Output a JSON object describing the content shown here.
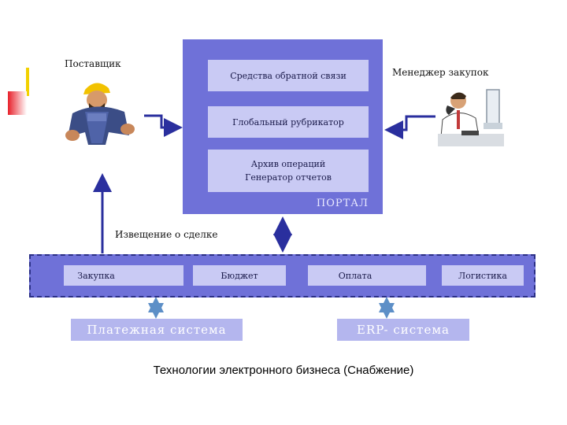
{
  "actors": {
    "supplier": "Поставщик",
    "purchasing_manager": "Менеджер закупок"
  },
  "portal": {
    "feedback": "Средства обратной связи",
    "catalog": "Глобальный рубрикатор",
    "archive_line1": "Архив операций",
    "archive_line2": "Генератор отчетов",
    "label": "ПОРТАЛ"
  },
  "deal_notice": "Извещение о сделке",
  "modules": {
    "purchase": "Закупка",
    "budget": "Бюджет",
    "payment": "Оплата",
    "logistics": "Логистика"
  },
  "systems": {
    "payment_system": "Платежная система",
    "erp_system": "ERP- система"
  },
  "caption": "Технологии электронного бизнеса (Снабжение)"
}
